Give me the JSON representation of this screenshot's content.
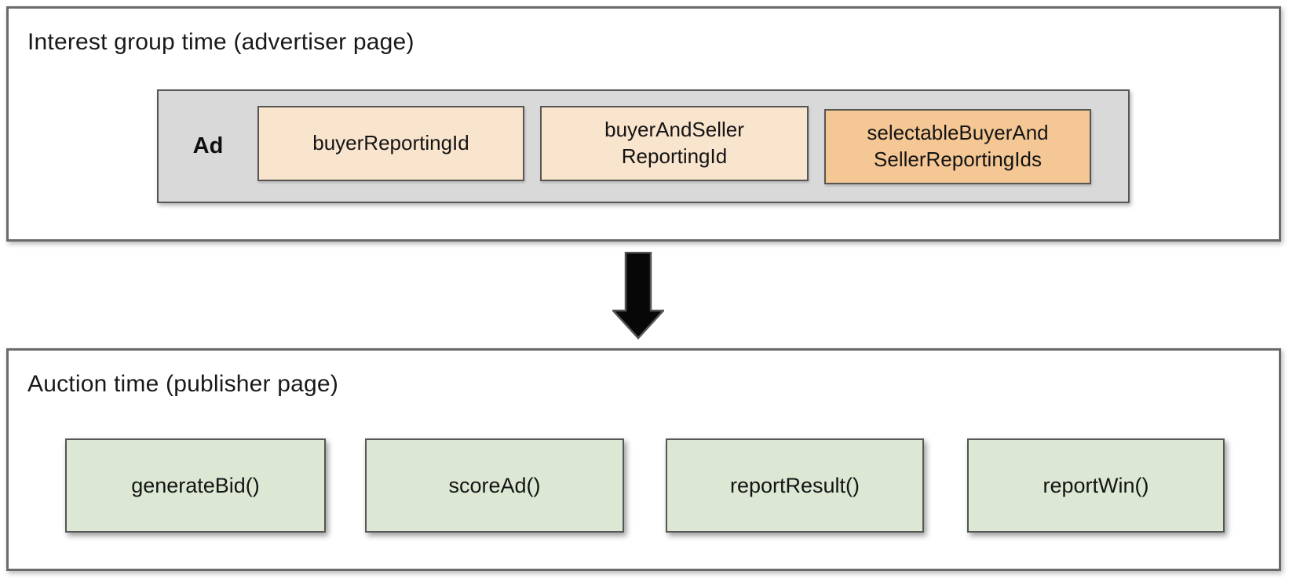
{
  "diagram": {
    "top_section": {
      "title": "Interest group time (advertiser page)",
      "ad_group": {
        "label": "Ad",
        "boxes": [
          {
            "lines": [
              "buyerReportingId",
              ""
            ]
          },
          {
            "lines": [
              "buyerAndSeller",
              "ReportingId"
            ]
          },
          {
            "lines": [
              "selectableBuyerAnd",
              "SellerReportingIds"
            ]
          }
        ]
      }
    },
    "bottom_section": {
      "title": "Auction time (publisher page)",
      "function_boxes": [
        {
          "label": "generateBid()"
        },
        {
          "label": "scoreAd()"
        },
        {
          "label": "reportResult()"
        },
        {
          "label": "reportWin()"
        }
      ]
    },
    "colors": {
      "reporting_id_fill": "#f9e4cd",
      "selectable_fill": "#f4c794",
      "ad_group_fill": "#d9d9d9",
      "function_fill": "#dce8d3",
      "box_border": "#565656",
      "section_border": "#6a6a6a",
      "arrow_fill": "#000000"
    }
  }
}
